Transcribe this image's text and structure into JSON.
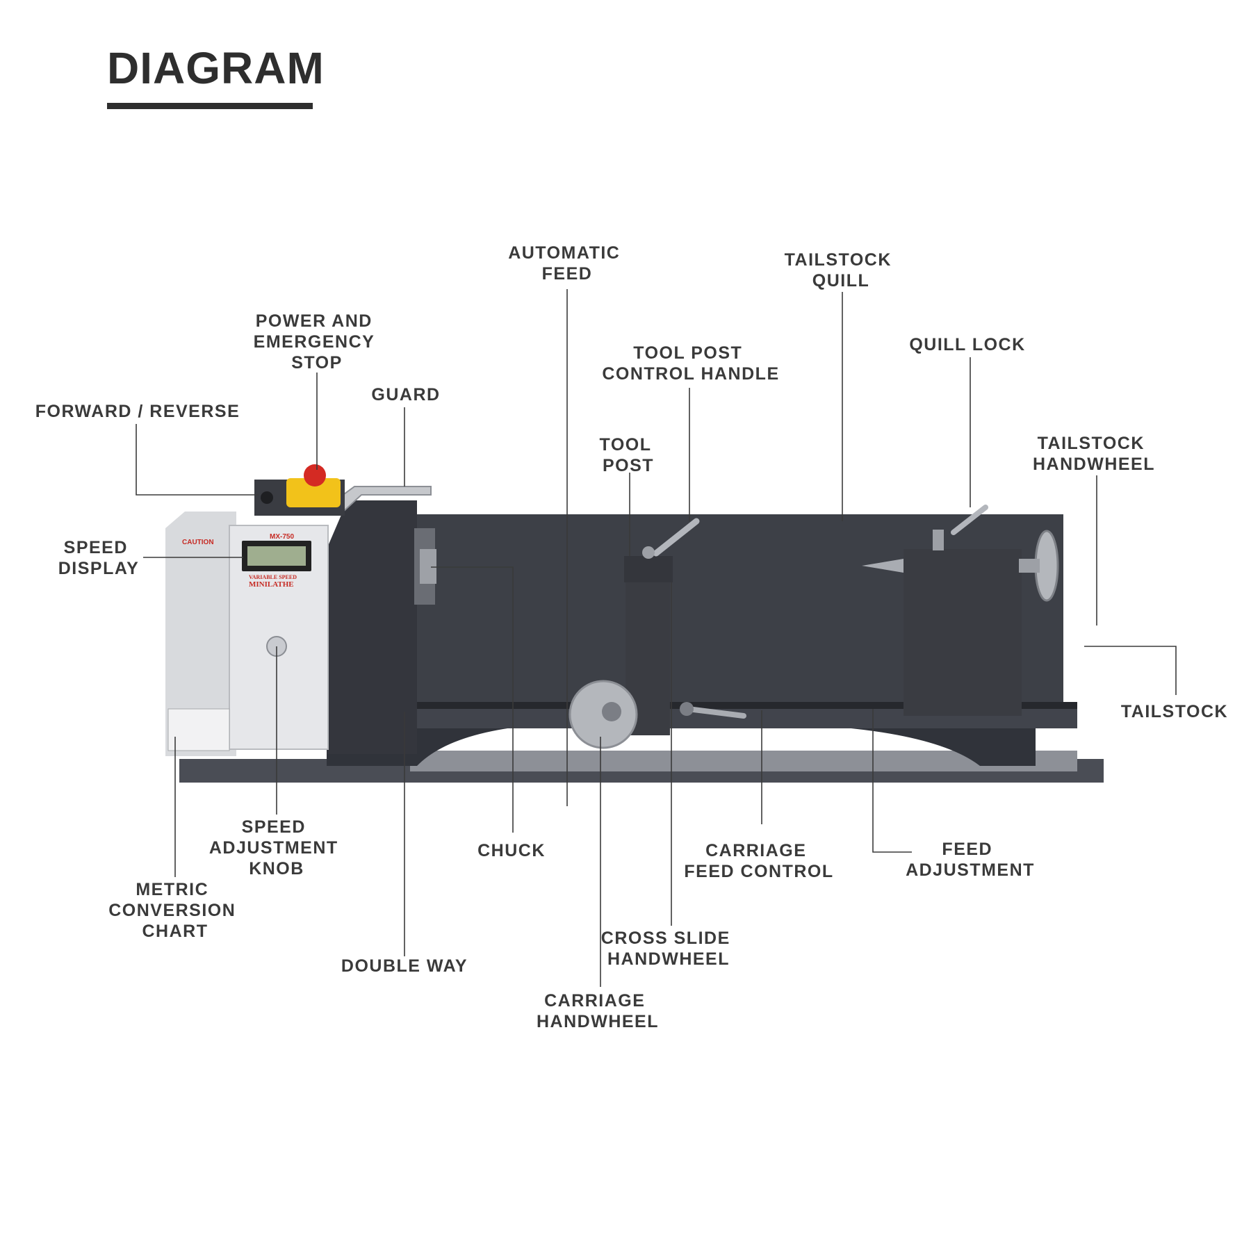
{
  "title": "DIAGRAM",
  "product": {
    "panel_caution": "CAUTION",
    "model": "MX-750",
    "badge_line1": "VARIABLE SPEED",
    "badge_line2": "MINILATHE"
  },
  "colors": {
    "body": "#3d4047",
    "body_dark": "#2e3036",
    "panel": "#e6e7ea",
    "estop_red": "#d42a23",
    "estop_yellow": "#f2c21a",
    "steel": "#a9acb2",
    "text": "#3a3a3a"
  },
  "labels": [
    {
      "id": "forward-reverse",
      "lines": [
        "FORWARD / REVERSE"
      ]
    },
    {
      "id": "power-and-emergency-stop",
      "lines": [
        "POWER AND",
        "EMERGENCY",
        "STOP"
      ]
    },
    {
      "id": "guard",
      "lines": [
        "GUARD"
      ]
    },
    {
      "id": "automatic-feed",
      "lines": [
        "AUTOMATIC",
        "FEED"
      ]
    },
    {
      "id": "tool-post-control-handle",
      "lines": [
        "TOOL POST",
        "CONTROL HANDLE"
      ]
    },
    {
      "id": "tool-post",
      "lines": [
        "TOOL",
        "POST"
      ]
    },
    {
      "id": "tailstock-quill",
      "lines": [
        "TAILSTOCK",
        "QUILL"
      ]
    },
    {
      "id": "quill-lock",
      "lines": [
        "QUILL LOCK"
      ]
    },
    {
      "id": "tailstock-handwheel",
      "lines": [
        "TAILSTOCK",
        "HANDWHEEL"
      ]
    },
    {
      "id": "speed-display",
      "lines": [
        "SPEED",
        "DISPLAY"
      ]
    },
    {
      "id": "tailstock",
      "lines": [
        "TAILSTOCK"
      ]
    },
    {
      "id": "speed-adjustment-knob",
      "lines": [
        "SPEED",
        "ADJUSTMENT",
        "KNOB"
      ]
    },
    {
      "id": "chuck",
      "lines": [
        "CHUCK"
      ]
    },
    {
      "id": "carriage-feed-control",
      "lines": [
        "CARRIAGE",
        "FEED CONTROL"
      ]
    },
    {
      "id": "feed-adjustment",
      "lines": [
        "FEED",
        "ADJUSTMENT"
      ]
    },
    {
      "id": "metric-conversion-chart",
      "lines": [
        "METRIC",
        "CONVERSION",
        "CHART"
      ]
    },
    {
      "id": "double-way",
      "lines": [
        "DOUBLE WAY"
      ]
    },
    {
      "id": "cross-slide-handwheel",
      "lines": [
        "CROSS SLIDE",
        "HANDWHEEL"
      ]
    },
    {
      "id": "carriage-handwheel",
      "lines": [
        "CARRIAGE",
        "HANDWHEEL"
      ]
    }
  ]
}
